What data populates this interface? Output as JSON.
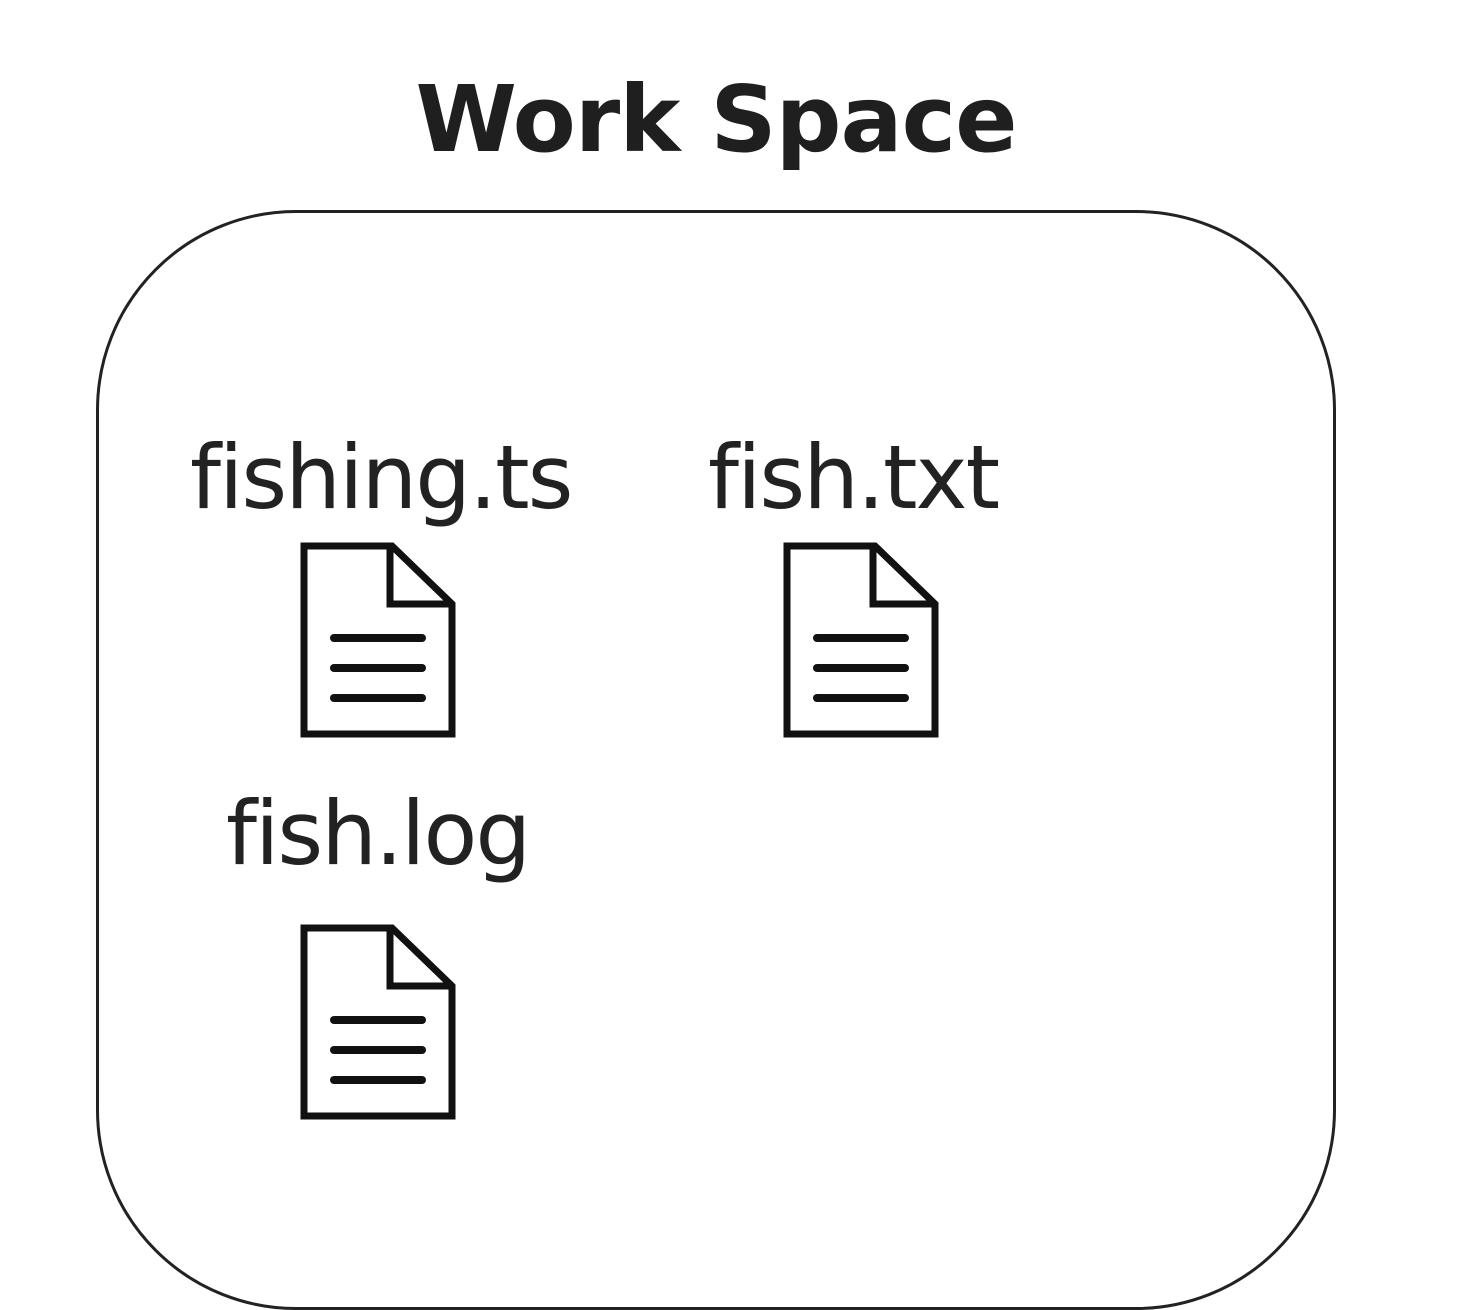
{
  "title": "Work Space",
  "workspace": {
    "files": [
      {
        "name": "fishing.ts",
        "icon": "document-icon"
      },
      {
        "name": "fish.txt",
        "icon": "document-icon"
      },
      {
        "name": "fish.log",
        "icon": "document-icon"
      }
    ]
  },
  "colors": {
    "stroke": "#222222",
    "background": "#ffffff"
  }
}
